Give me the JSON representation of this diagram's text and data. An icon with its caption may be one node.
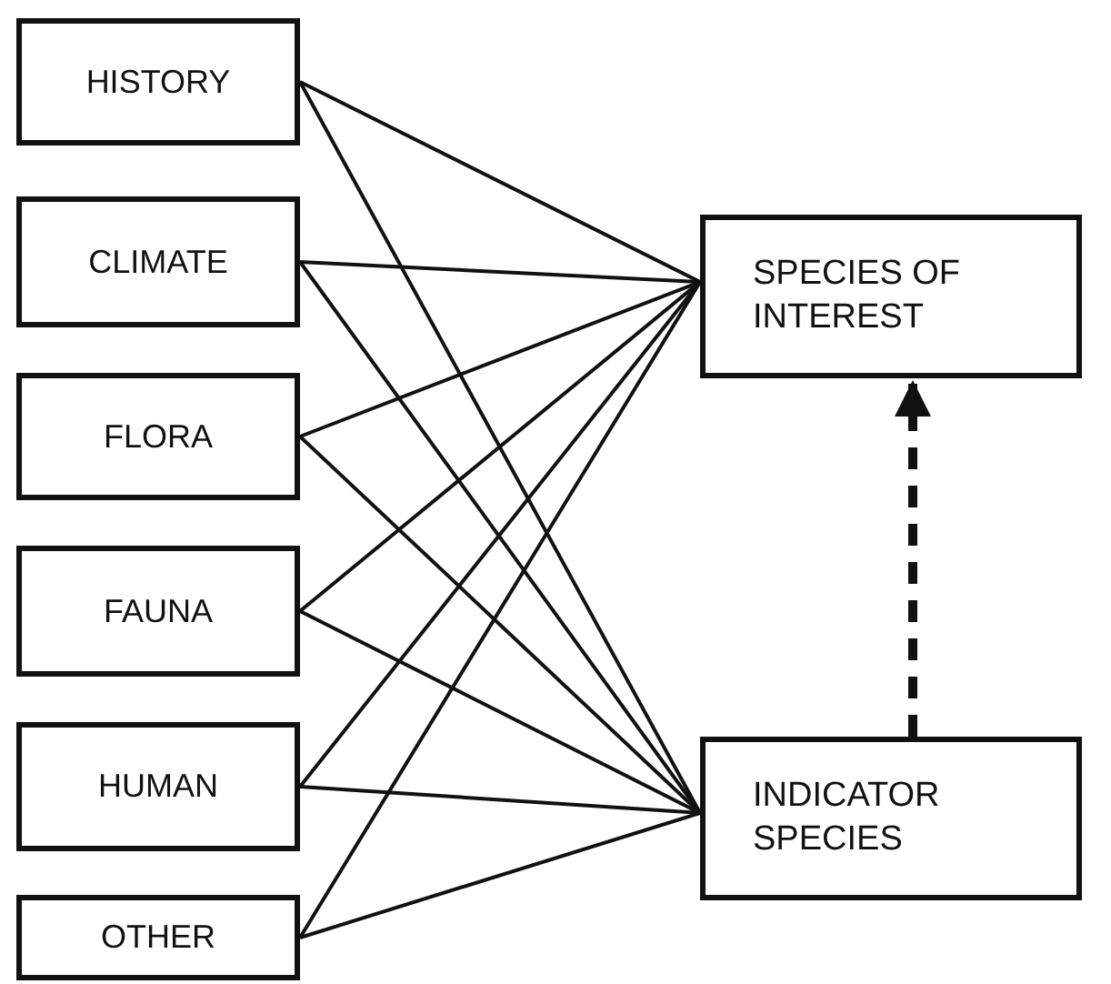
{
  "diagram": {
    "nodes": [
      {
        "text": [
          "HISTORY"
        ]
      },
      {
        "text": [
          "CLIMATE"
        ]
      },
      {
        "text": [
          "FLORA"
        ]
      },
      {
        "text": [
          "FAUNA"
        ]
      },
      {
        "text": [
          "HUMAN"
        ]
      },
      {
        "text": [
          "OTHER"
        ]
      },
      {
        "text": [
          "SPECIES OF INTEREST"
        ]
      },
      {
        "text": [
          "INDICATOR SPECIES"
        ]
      }
    ],
    "edges": [
      {
        "from": 0,
        "to": 6,
        "arrow": "none"
      },
      {
        "from": 0,
        "to": 7,
        "arrow": "none"
      },
      {
        "from": 1,
        "to": 6,
        "arrow": "none"
      },
      {
        "from": 1,
        "to": 7,
        "arrow": "none"
      },
      {
        "from": 2,
        "to": 6,
        "arrow": "none"
      },
      {
        "from": 2,
        "to": 7,
        "arrow": "none"
      },
      {
        "from": 3,
        "to": 6,
        "arrow": "none"
      },
      {
        "from": 3,
        "to": 7,
        "arrow": "none"
      },
      {
        "from": 4,
        "to": 6,
        "arrow": "none"
      },
      {
        "from": 4,
        "to": 7,
        "arrow": "none"
      },
      {
        "from": 5,
        "to": 6,
        "arrow": "none"
      },
      {
        "from": 5,
        "to": 7,
        "arrow": "none"
      },
      {
        "from": 7,
        "to": 6,
        "arrow": "to",
        "style": "dashed"
      }
    ]
  }
}
